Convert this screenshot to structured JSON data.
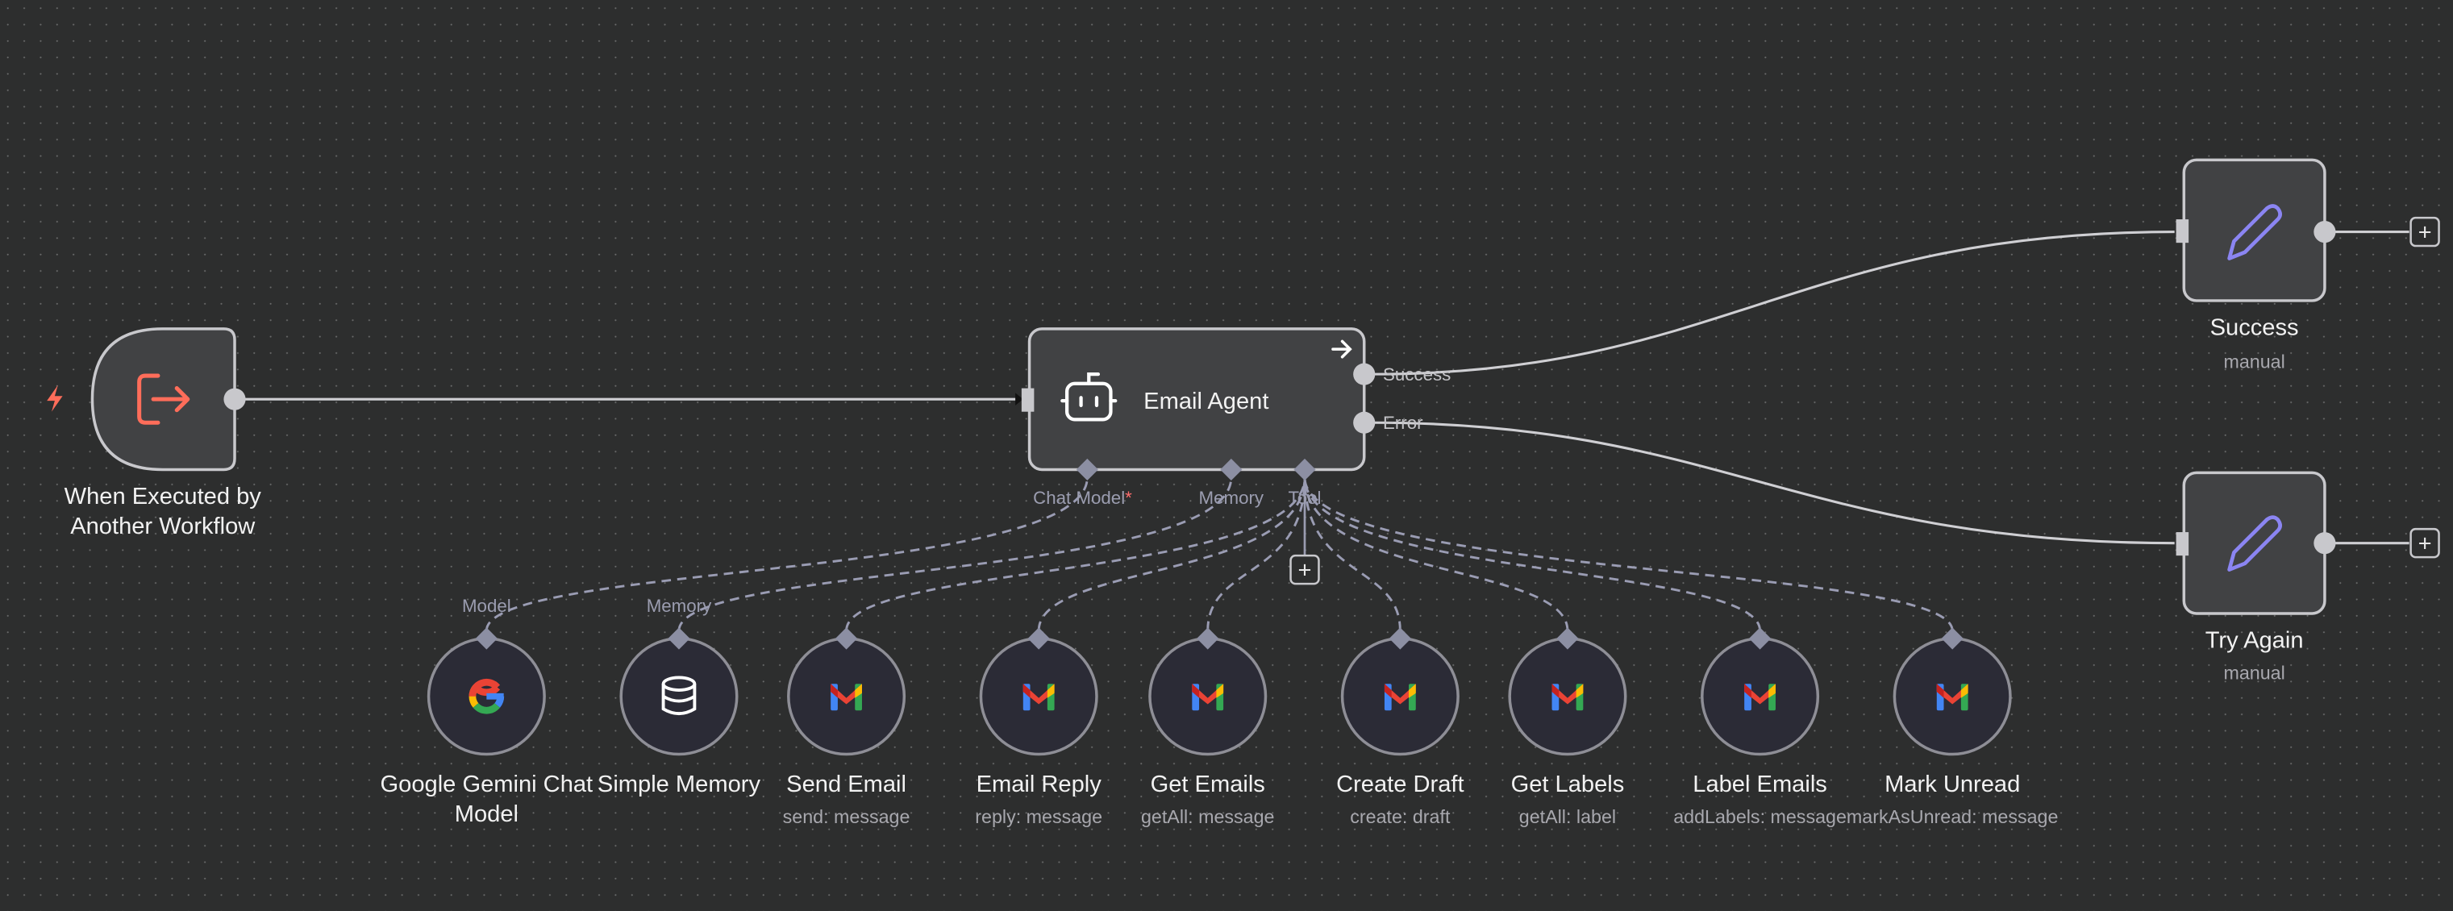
{
  "colors": {
    "background": "#2d2e2e",
    "node_fill": "#414244",
    "node_border": "#c8c8cc",
    "sub_fill": "#2b2b36",
    "sub_border": "#8e8e96",
    "port": "#8c8fa3",
    "trigger_accent": "#ff6d5a",
    "pencil": "#8b85f2",
    "required": "#ff6d6d"
  },
  "trigger": {
    "title_line1": "When Executed by",
    "title_line2": "Another Workflow",
    "icon": "sign-out-icon",
    "badge_icon": "lightning-icon"
  },
  "agent": {
    "title": "Email Agent",
    "icon": "robot-icon",
    "outputs": [
      "Success",
      "Error"
    ],
    "ports": {
      "chat_model": "Chat Model",
      "required_mark": "*",
      "memory": "Memory",
      "tool": "Tool"
    }
  },
  "success_node": {
    "title": "Success",
    "subtitle": "manual",
    "icon": "pencil-icon"
  },
  "retry_node": {
    "title": "Try Again",
    "subtitle": "manual",
    "icon": "pencil-icon"
  },
  "add_symbol": "+",
  "sub_nodes": [
    {
      "title": "Google Gemini Chat",
      "title2": "Model",
      "subtitle": "",
      "icon": "google-icon",
      "port_label": "Model"
    },
    {
      "title": "Simple Memory",
      "title2": "",
      "subtitle": "",
      "icon": "database-icon",
      "port_label": "Memory"
    },
    {
      "title": "Send Email",
      "title2": "",
      "subtitle": "send: message",
      "icon": "gmail-icon",
      "port_label": ""
    },
    {
      "title": "Email Reply",
      "title2": "",
      "subtitle": "reply: message",
      "icon": "gmail-icon",
      "port_label": ""
    },
    {
      "title": "Get Emails",
      "title2": "",
      "subtitle": "getAll: message",
      "icon": "gmail-icon",
      "port_label": ""
    },
    {
      "title": "Create Draft",
      "title2": "",
      "subtitle": "create: draft",
      "icon": "gmail-icon",
      "port_label": ""
    },
    {
      "title": "Get Labels",
      "title2": "",
      "subtitle": "getAll: label",
      "icon": "gmail-icon",
      "port_label": ""
    },
    {
      "title": "Label Emails",
      "title2": "",
      "subtitle": "addLabels: message",
      "icon": "gmail-icon",
      "port_label": ""
    },
    {
      "title": "Mark Unread",
      "title2": "",
      "subtitle": "markAsUnread: message",
      "icon": "gmail-icon",
      "port_label": ""
    }
  ]
}
